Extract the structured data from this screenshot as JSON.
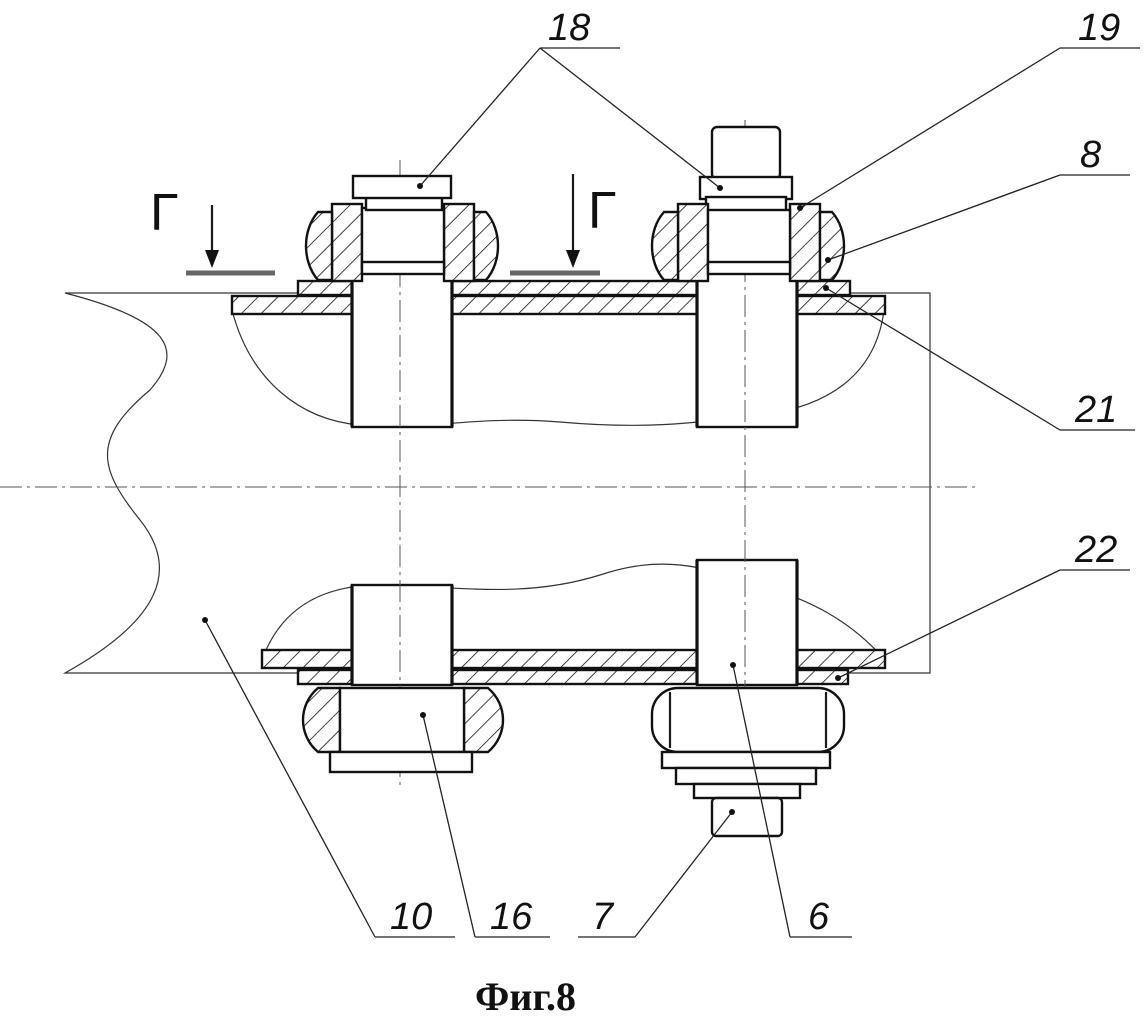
{
  "caption": "Фиг.8",
  "section_mark": "Г",
  "labels": {
    "l18": "18",
    "l19": "19",
    "l8": "8",
    "l21": "21",
    "l22": "22",
    "l10": "10",
    "l16": "16",
    "l7": "7",
    "l6": "6"
  }
}
